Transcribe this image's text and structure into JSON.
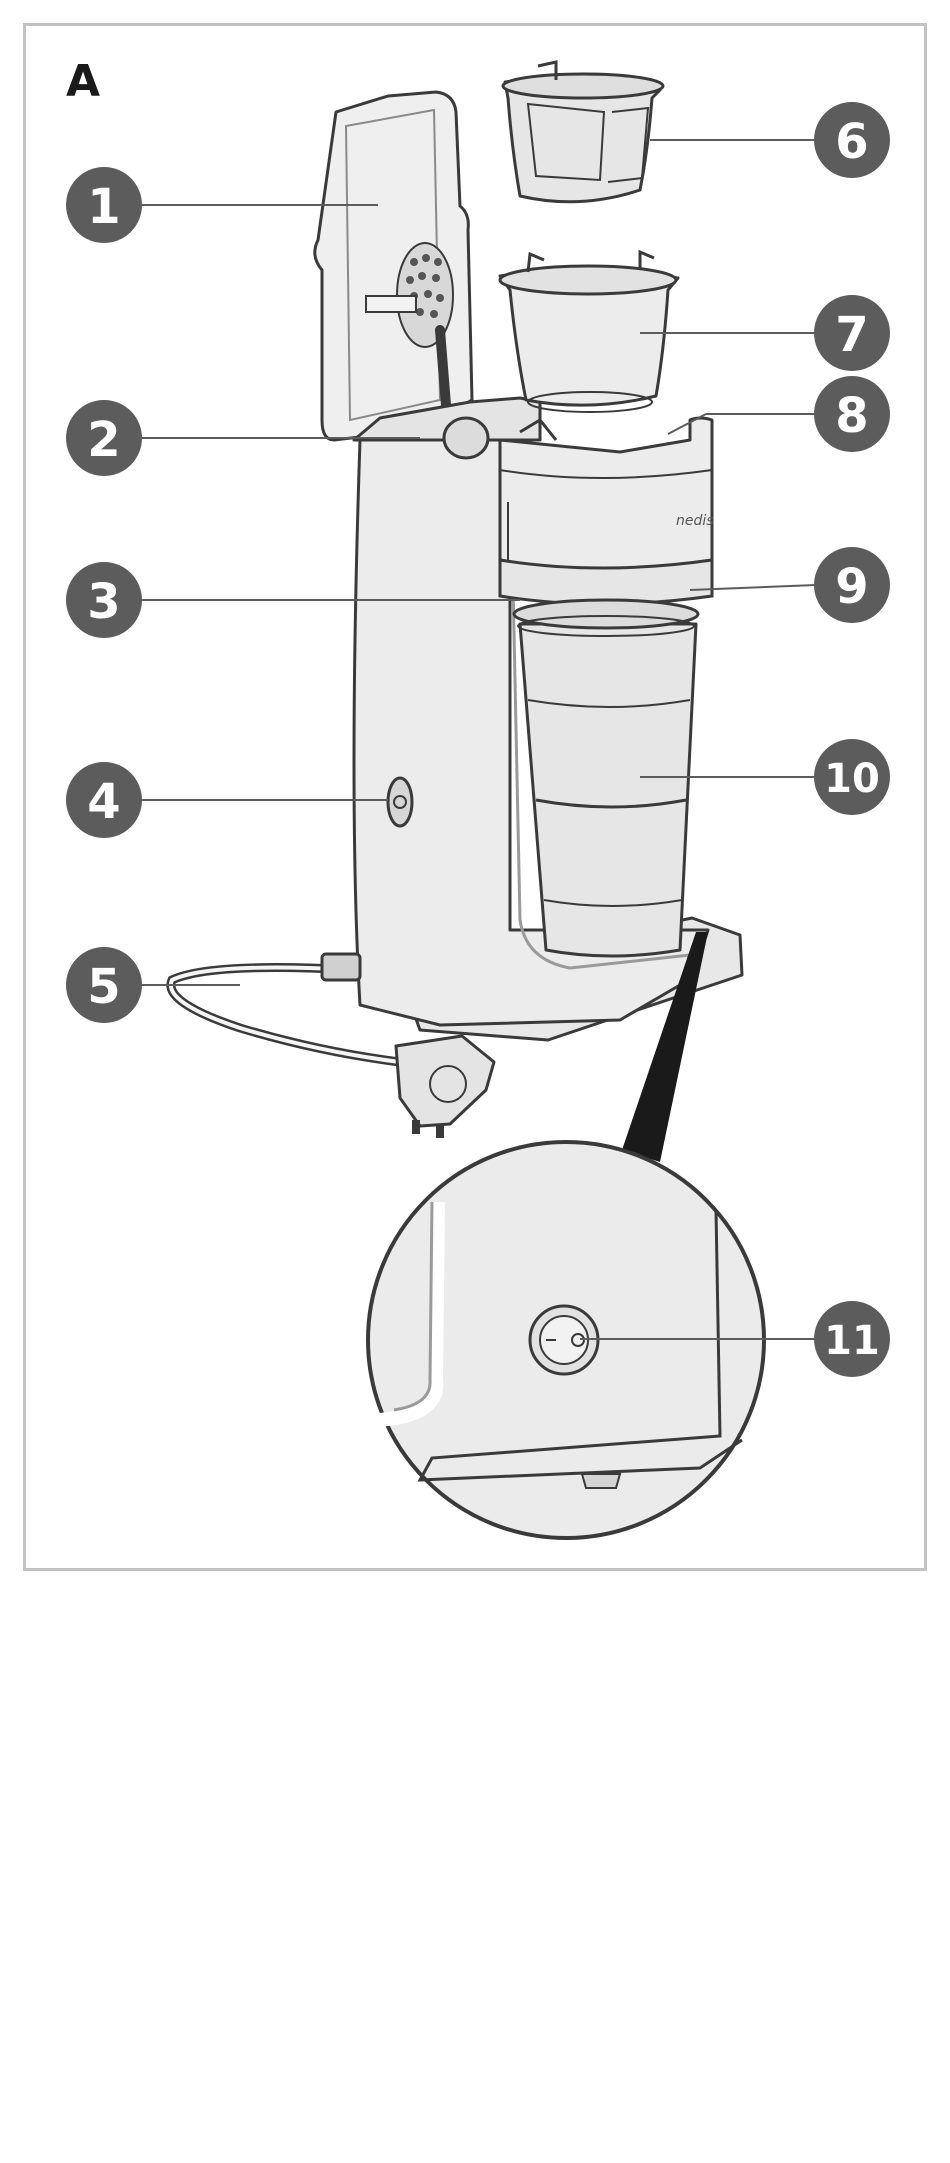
{
  "figure": {
    "letter": "A",
    "brand": "nedis"
  },
  "callouts": [
    "1",
    "2",
    "3",
    "4",
    "5",
    "6",
    "7",
    "8",
    "9",
    "10",
    "11"
  ],
  "colors": {
    "badge": "#5c5c5c",
    "outline": "#3a3a3a",
    "body_fill": "#ebebeb",
    "frame": "#c2c2c2"
  }
}
